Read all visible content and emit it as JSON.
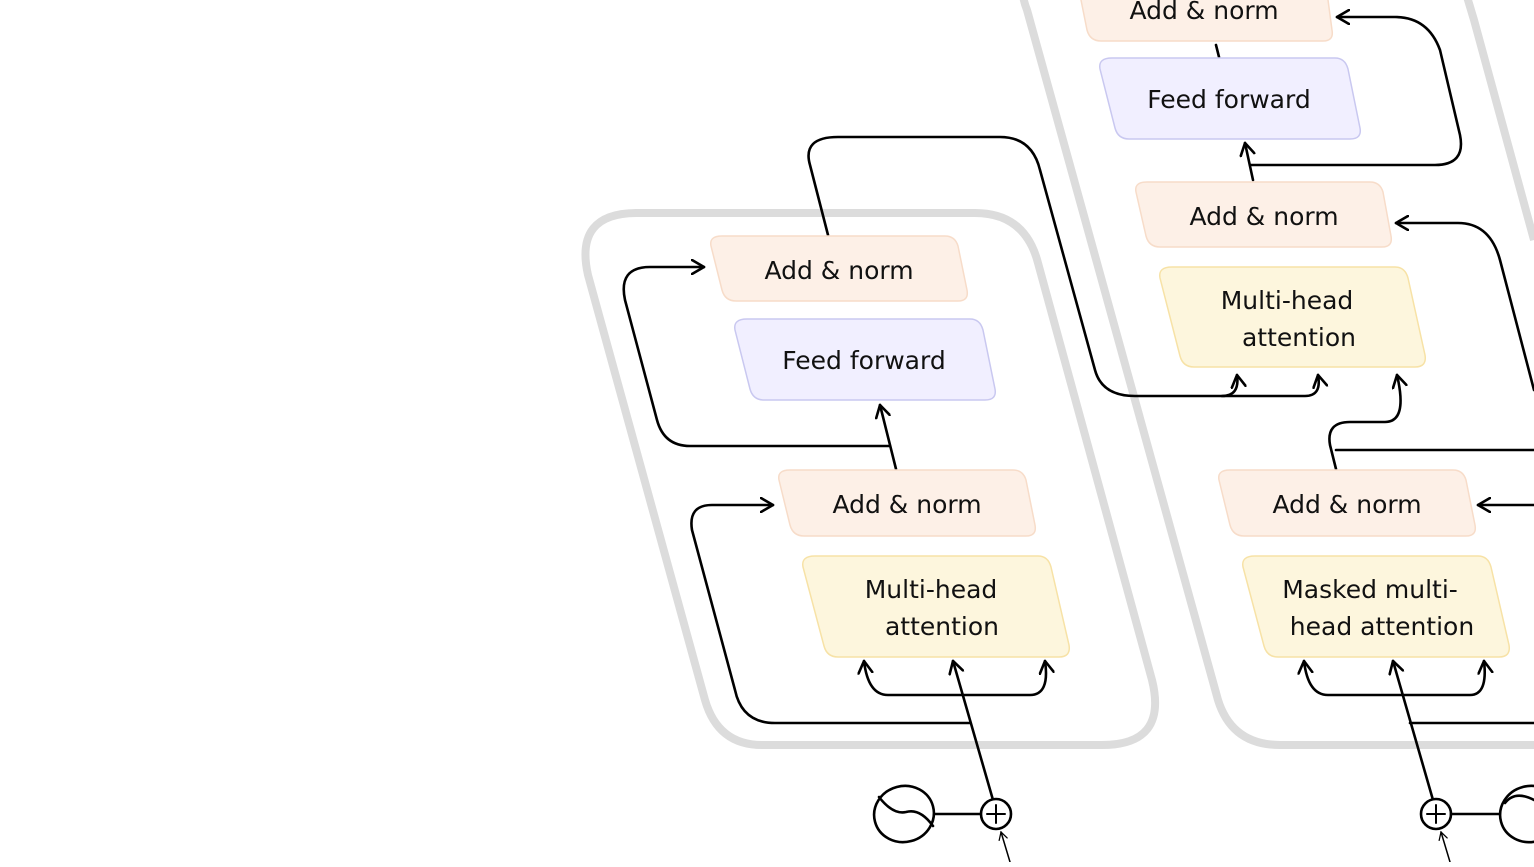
{
  "diagram": {
    "encoder": {
      "add_norm_top": "Add & norm",
      "feed_forward": "Feed forward",
      "add_norm_bottom": "Add & norm",
      "attention_line1": "Multi-head",
      "attention_line2": "attention"
    },
    "decoder": {
      "add_norm_top": "Add & norm",
      "feed_forward": "Feed forward",
      "add_norm_middle": "Add & norm",
      "cross_attention_line1": "Multi-head",
      "cross_attention_line2": "attention",
      "add_norm_bottom": "Add & norm",
      "masked_attention_line1": "Masked multi-",
      "masked_attention_line2": "head attention"
    },
    "colors": {
      "add_norm_fill": "#fdf0e7",
      "add_norm_stroke": "#f7dcc9",
      "feed_forward_fill": "#f1efff",
      "feed_forward_stroke": "#c9c8f0",
      "attention_fill": "#fdf6dd",
      "attention_stroke": "#f7e2a6",
      "frame_stroke": "#dcdcdc",
      "line": "#000000"
    }
  }
}
